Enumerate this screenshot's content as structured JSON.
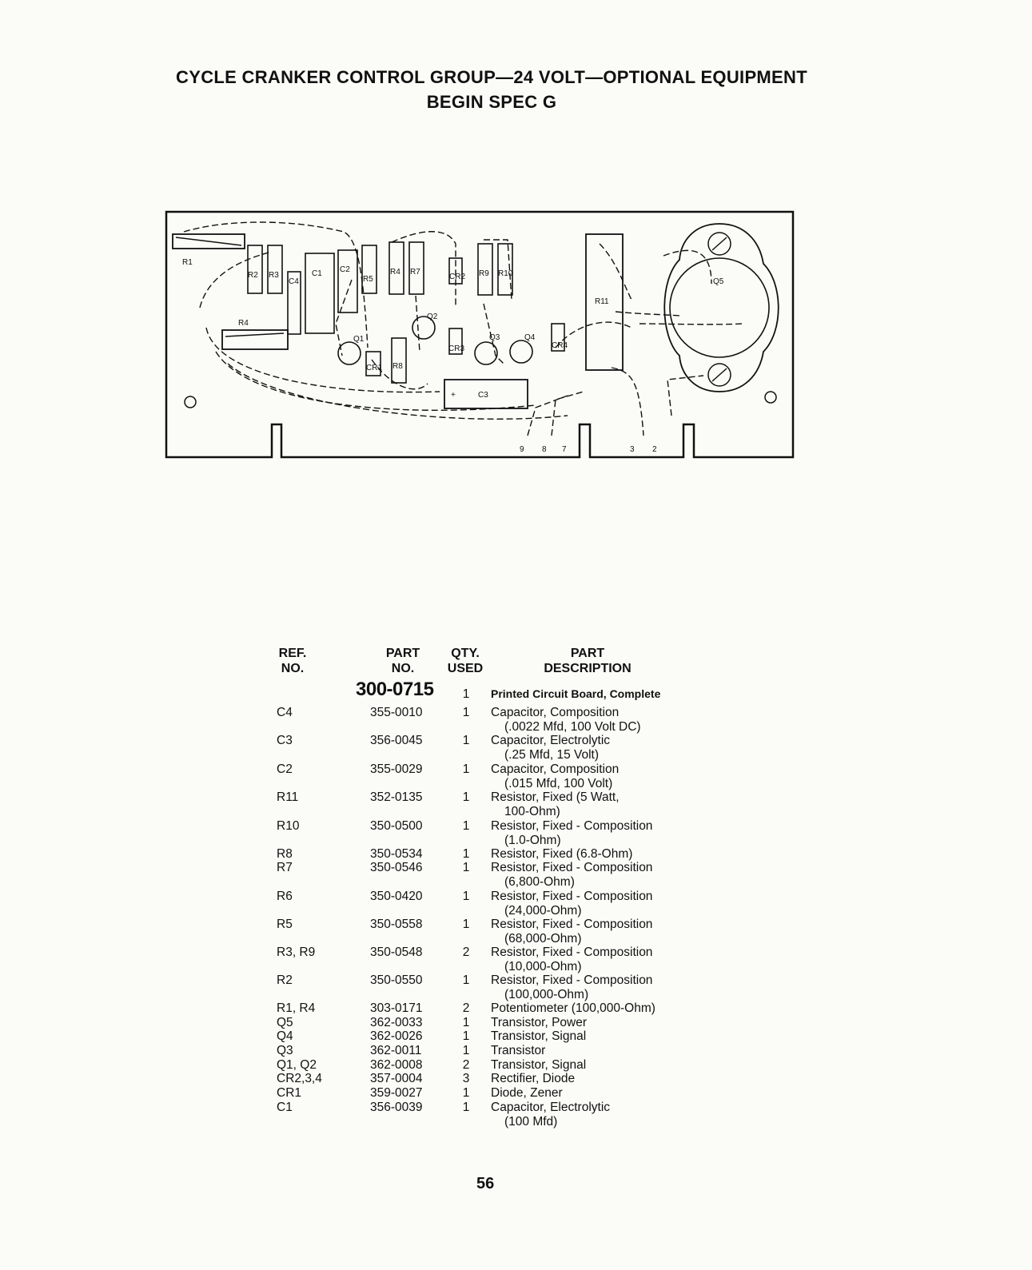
{
  "header": {
    "title_line1": "CYCLE CRANKER CONTROL GROUP—24 VOLT—OPTIONAL EQUIPMENT",
    "title_line2": "BEGIN SPEC G"
  },
  "diagram": {
    "labels": {
      "r1": "R1",
      "r2": "R2",
      "r3": "R3",
      "c4": "C4",
      "c1": "C1",
      "c2": "C2",
      "r5": "R5",
      "r4a": "R4",
      "r7": "R7",
      "cr2": "CR2",
      "r9": "R9",
      "r10": "R10",
      "r11": "R11",
      "q5": "Q5",
      "r4": "R4",
      "q1": "Q1",
      "q2": "Q2",
      "cr1": "CR1",
      "r8": "R8",
      "cr3": "CR3",
      "q3": "Q3",
      "q4": "Q4",
      "cr4": "CR4",
      "c3": "C3",
      "plus": "+"
    },
    "pins": [
      "9",
      "8",
      "7",
      "3",
      "2"
    ]
  },
  "table": {
    "headers": {
      "ref_1": "REF.",
      "ref_2": "NO.",
      "part_1": "PART",
      "part_2": "NO.",
      "qty_1": "QTY.",
      "qty_2": "USED",
      "desc_1": "PART",
      "desc_2": "DESCRIPTION"
    },
    "assembly": {
      "part": "300-0715",
      "qty": "1",
      "desc": "Printed Circuit Board, Complete"
    },
    "rows": [
      {
        "ref": "C4",
        "part": "355-0010",
        "qty": "1",
        "desc": "Capacitor, Composition",
        "desc2": "(.0022 Mfd, 100 Volt DC)"
      },
      {
        "ref": "C3",
        "part": "356-0045",
        "qty": "1",
        "desc": "Capacitor, Electrolytic",
        "desc2": "(.25 Mfd, 15 Volt)"
      },
      {
        "ref": "C2",
        "part": "355-0029",
        "qty": "1",
        "desc": "Capacitor, Composition",
        "desc2": "(.015 Mfd, 100 Volt)"
      },
      {
        "ref": "R11",
        "part": "352-0135",
        "qty": "1",
        "desc": "Resistor, Fixed (5 Watt,",
        "desc2": "100-Ohm)"
      },
      {
        "ref": "R10",
        "part": "350-0500",
        "qty": "1",
        "desc": "Resistor, Fixed - Composition",
        "desc2": "(1.0-Ohm)"
      },
      {
        "ref": "R8",
        "part": "350-0534",
        "qty": "1",
        "desc": "Resistor, Fixed (6.8-Ohm)",
        "desc2": ""
      },
      {
        "ref": "R7",
        "part": "350-0546",
        "qty": "1",
        "desc": "Resistor, Fixed - Composition",
        "desc2": "(6,800-Ohm)"
      },
      {
        "ref": "R6",
        "part": "350-0420",
        "qty": "1",
        "desc": "Resistor, Fixed - Composition",
        "desc2": "(24,000-Ohm)"
      },
      {
        "ref": "R5",
        "part": "350-0558",
        "qty": "1",
        "desc": "Resistor, Fixed - Composition",
        "desc2": "(68,000-Ohm)"
      },
      {
        "ref": "R3, R9",
        "part": "350-0548",
        "qty": "2",
        "desc": "Resistor, Fixed - Composition",
        "desc2": "(10,000-Ohm)"
      },
      {
        "ref": "R2",
        "part": "350-0550",
        "qty": "1",
        "desc": "Resistor, Fixed - Composition",
        "desc2": "(100,000-Ohm)"
      },
      {
        "ref": "R1, R4",
        "part": "303-0171",
        "qty": "2",
        "desc": "Potentiometer (100,000-Ohm)",
        "desc2": ""
      },
      {
        "ref": "Q5",
        "part": "362-0033",
        "qty": "1",
        "desc": "Transistor, Power",
        "desc2": ""
      },
      {
        "ref": "Q4",
        "part": "362-0026",
        "qty": "1",
        "desc": "Transistor, Signal",
        "desc2": ""
      },
      {
        "ref": "Q3",
        "part": "362-0011",
        "qty": "1",
        "desc": "Transistor",
        "desc2": ""
      },
      {
        "ref": "Q1, Q2",
        "part": "362-0008",
        "qty": "2",
        "desc": "Transistor, Signal",
        "desc2": ""
      },
      {
        "ref": "CR2,3,4",
        "part": "357-0004",
        "qty": "3",
        "desc": "Rectifier, Diode",
        "desc2": ""
      },
      {
        "ref": "CR1",
        "part": "359-0027",
        "qty": "1",
        "desc": "Diode, Zener",
        "desc2": ""
      },
      {
        "ref": "C1",
        "part": "356-0039",
        "qty": "1",
        "desc": "Capacitor, Electrolytic",
        "desc2": "(100 Mfd)"
      }
    ]
  },
  "footer": {
    "page_number": "56"
  }
}
